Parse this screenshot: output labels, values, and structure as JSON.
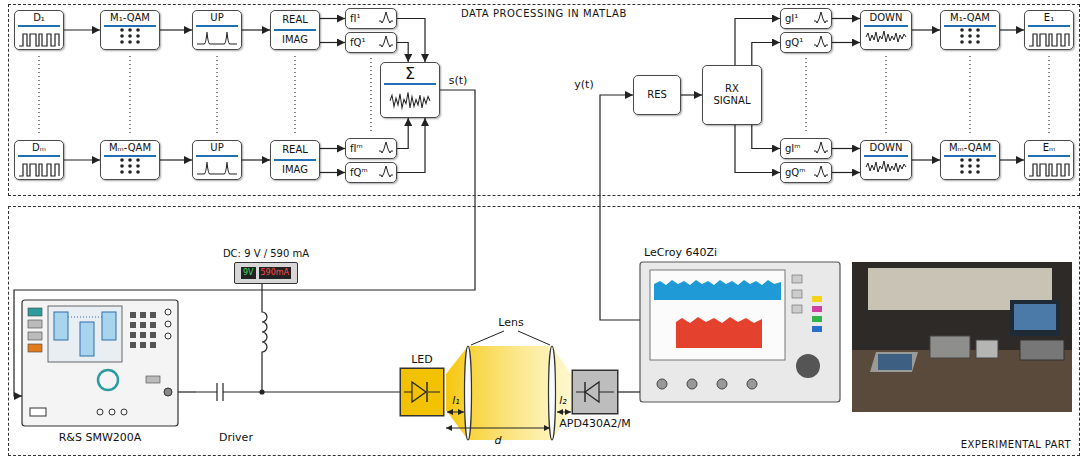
{
  "diagram": {
    "nodes": [
      {
        "text": [
          "DATA PROCESSING IN MATLAB"
        ]
      },
      {
        "text": [
          "D₁"
        ],
        "in": 0
      },
      {
        "text": [
          "M₁-QAM"
        ],
        "in": 0
      },
      {
        "text": [
          "UP"
        ],
        "in": 0
      },
      {
        "text": [
          "REAL",
          "IMAG"
        ],
        "in": 0
      },
      {
        "text": [
          "fI¹"
        ],
        "in": 0
      },
      {
        "text": [
          "fQ¹"
        ],
        "in": 0
      },
      {
        "text": [
          "Σ"
        ],
        "in": 0
      },
      {
        "text": [
          "Dₘ"
        ],
        "in": 0
      },
      {
        "text": [
          "Mₘ-QAM"
        ],
        "in": 0
      },
      {
        "text": [
          "UP"
        ],
        "in": 0
      },
      {
        "text": [
          "REAL",
          "IMAG"
        ],
        "in": 0
      },
      {
        "text": [
          "fIᵐ"
        ],
        "in": 0
      },
      {
        "text": [
          "fQᵐ"
        ],
        "in": 0
      },
      {
        "text": [
          "RES"
        ],
        "in": 0
      },
      {
        "text": [
          "RX SIGNAL"
        ],
        "in": 0
      },
      {
        "text": [
          "gI¹"
        ],
        "in": 0
      },
      {
        "text": [
          "gQ¹"
        ],
        "in": 0
      },
      {
        "text": [
          "DOWN"
        ],
        "in": 0
      },
      {
        "text": [
          "M₁-QAM"
        ],
        "in": 0
      },
      {
        "text": [
          "E₁"
        ],
        "in": 0
      },
      {
        "text": [
          "gIᵐ"
        ],
        "in": 0
      },
      {
        "text": [
          "gQᵐ"
        ],
        "in": 0
      },
      {
        "text": [
          "DOWN"
        ],
        "in": 0
      },
      {
        "text": [
          "Mₘ-QAM"
        ],
        "in": 0
      },
      {
        "text": [
          "Eₘ"
        ],
        "in": 0
      },
      {
        "text": [
          "EXPERIMENTAL PART"
        ]
      },
      {
        "text": [
          "R&S SMW200A"
        ],
        "in": 26
      },
      {
        "text": [
          "DC: 9 V / 590 mA",
          "9V",
          "590mA"
        ],
        "in": 26
      },
      {
        "text": [
          "Driver"
        ],
        "in": 26
      },
      {
        "text": [
          "LED"
        ],
        "in": 26
      },
      {
        "text": [
          "APD430A2/M"
        ],
        "in": 26
      },
      {
        "text": [
          "LeCroy 640Zi"
        ],
        "in": 26
      }
    ],
    "edges": [
      {
        "from": 1,
        "to": 2,
        "arrow": "to"
      },
      {
        "from": 2,
        "to": 3,
        "arrow": "to"
      },
      {
        "from": 3,
        "to": 4,
        "arrow": "to"
      },
      {
        "from": 4,
        "to": 5,
        "arrow": "to"
      },
      {
        "from": 4,
        "to": 6,
        "arrow": "to"
      },
      {
        "from": 5,
        "to": 7,
        "arrow": "to"
      },
      {
        "from": 6,
        "to": 7,
        "arrow": "to"
      },
      {
        "from": 8,
        "to": 9,
        "arrow": "to"
      },
      {
        "from": 9,
        "to": 10,
        "arrow": "to"
      },
      {
        "from": 10,
        "to": 11,
        "arrow": "to"
      },
      {
        "from": 11,
        "to": 12,
        "arrow": "to"
      },
      {
        "from": 11,
        "to": 13,
        "arrow": "to"
      },
      {
        "from": 12,
        "to": 7,
        "arrow": "to"
      },
      {
        "from": 13,
        "to": 7,
        "arrow": "to"
      },
      {
        "from": 7,
        "to": 27,
        "label": "s(t)",
        "arrow": "to"
      },
      {
        "from": 27,
        "to": 29,
        "arrow": "none"
      },
      {
        "from": 28,
        "to": 29,
        "arrow": "none"
      },
      {
        "from": 29,
        "to": 30,
        "arrow": "none"
      },
      {
        "from": 31,
        "to": 32,
        "arrow": "none"
      },
      {
        "from": 32,
        "to": 14,
        "label": "y(t)",
        "arrow": "to"
      },
      {
        "from": 14,
        "to": 15,
        "arrow": "to"
      },
      {
        "from": 15,
        "to": 16,
        "arrow": "to"
      },
      {
        "from": 15,
        "to": 17,
        "arrow": "to"
      },
      {
        "from": 15,
        "to": 21,
        "arrow": "to"
      },
      {
        "from": 15,
        "to": 22,
        "arrow": "to"
      },
      {
        "from": 16,
        "to": 18,
        "arrow": "to"
      },
      {
        "from": 17,
        "to": 18,
        "arrow": "to"
      },
      {
        "from": 18,
        "to": 19,
        "arrow": "to"
      },
      {
        "from": 19,
        "to": 20,
        "arrow": "to"
      },
      {
        "from": 21,
        "to": 23,
        "arrow": "to"
      },
      {
        "from": 22,
        "to": 23,
        "arrow": "to"
      },
      {
        "from": 23,
        "to": 24,
        "arrow": "to"
      },
      {
        "from": 24,
        "to": 25,
        "arrow": "to"
      }
    ],
    "labels": [
      "Lens",
      "l₁",
      "l₂",
      "d"
    ]
  }
}
